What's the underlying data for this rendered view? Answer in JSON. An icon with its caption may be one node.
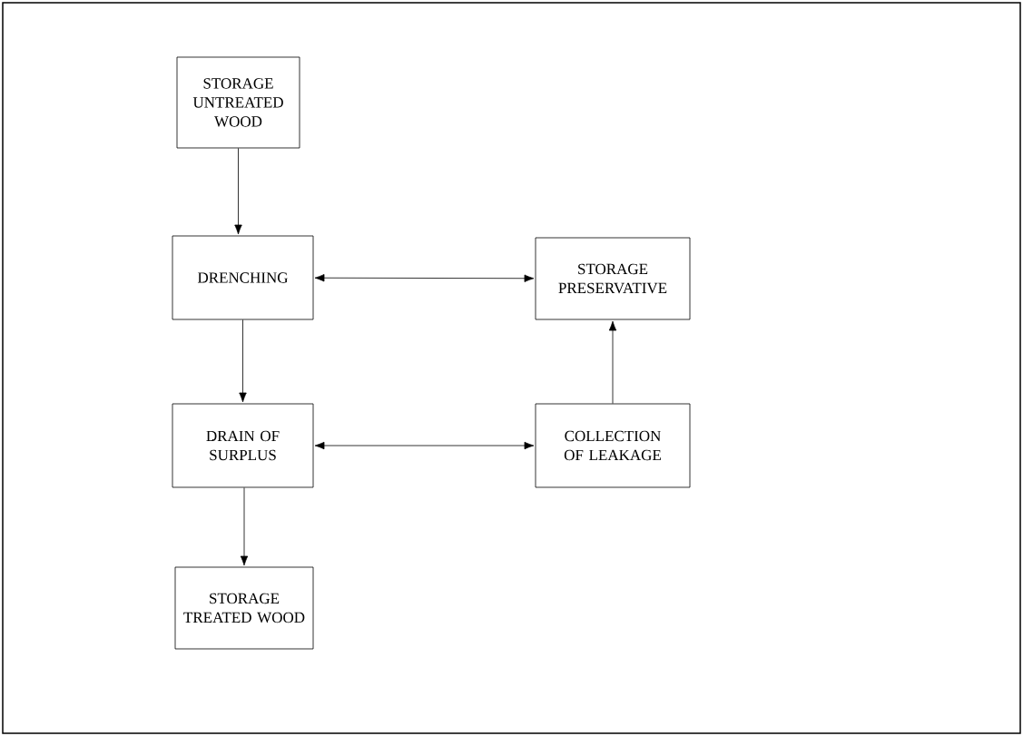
{
  "diagram": {
    "nodes": [
      {
        "text": [
          "STORAGE UNTREATED WOOD"
        ]
      },
      {
        "text": [
          "DRENCHING"
        ]
      },
      {
        "text": [
          "STORAGE PRESERVATIVE"
        ]
      },
      {
        "text": [
          "DRAIN OF SURPLUS"
        ]
      },
      {
        "text": [
          "COLLECTION OF LEAKAGE"
        ]
      },
      {
        "text": [
          "STORAGE TREATED WOOD"
        ]
      }
    ],
    "edges": [
      {
        "from": 0,
        "to": 1,
        "arrow": "to"
      },
      {
        "from": 1,
        "to": 2,
        "arrow": "both"
      },
      {
        "from": 1,
        "to": 3,
        "arrow": "to"
      },
      {
        "from": 3,
        "to": 4,
        "arrow": "both"
      },
      {
        "from": 4,
        "to": 2,
        "arrow": "to"
      },
      {
        "from": 3,
        "to": 5,
        "arrow": "to"
      }
    ]
  }
}
